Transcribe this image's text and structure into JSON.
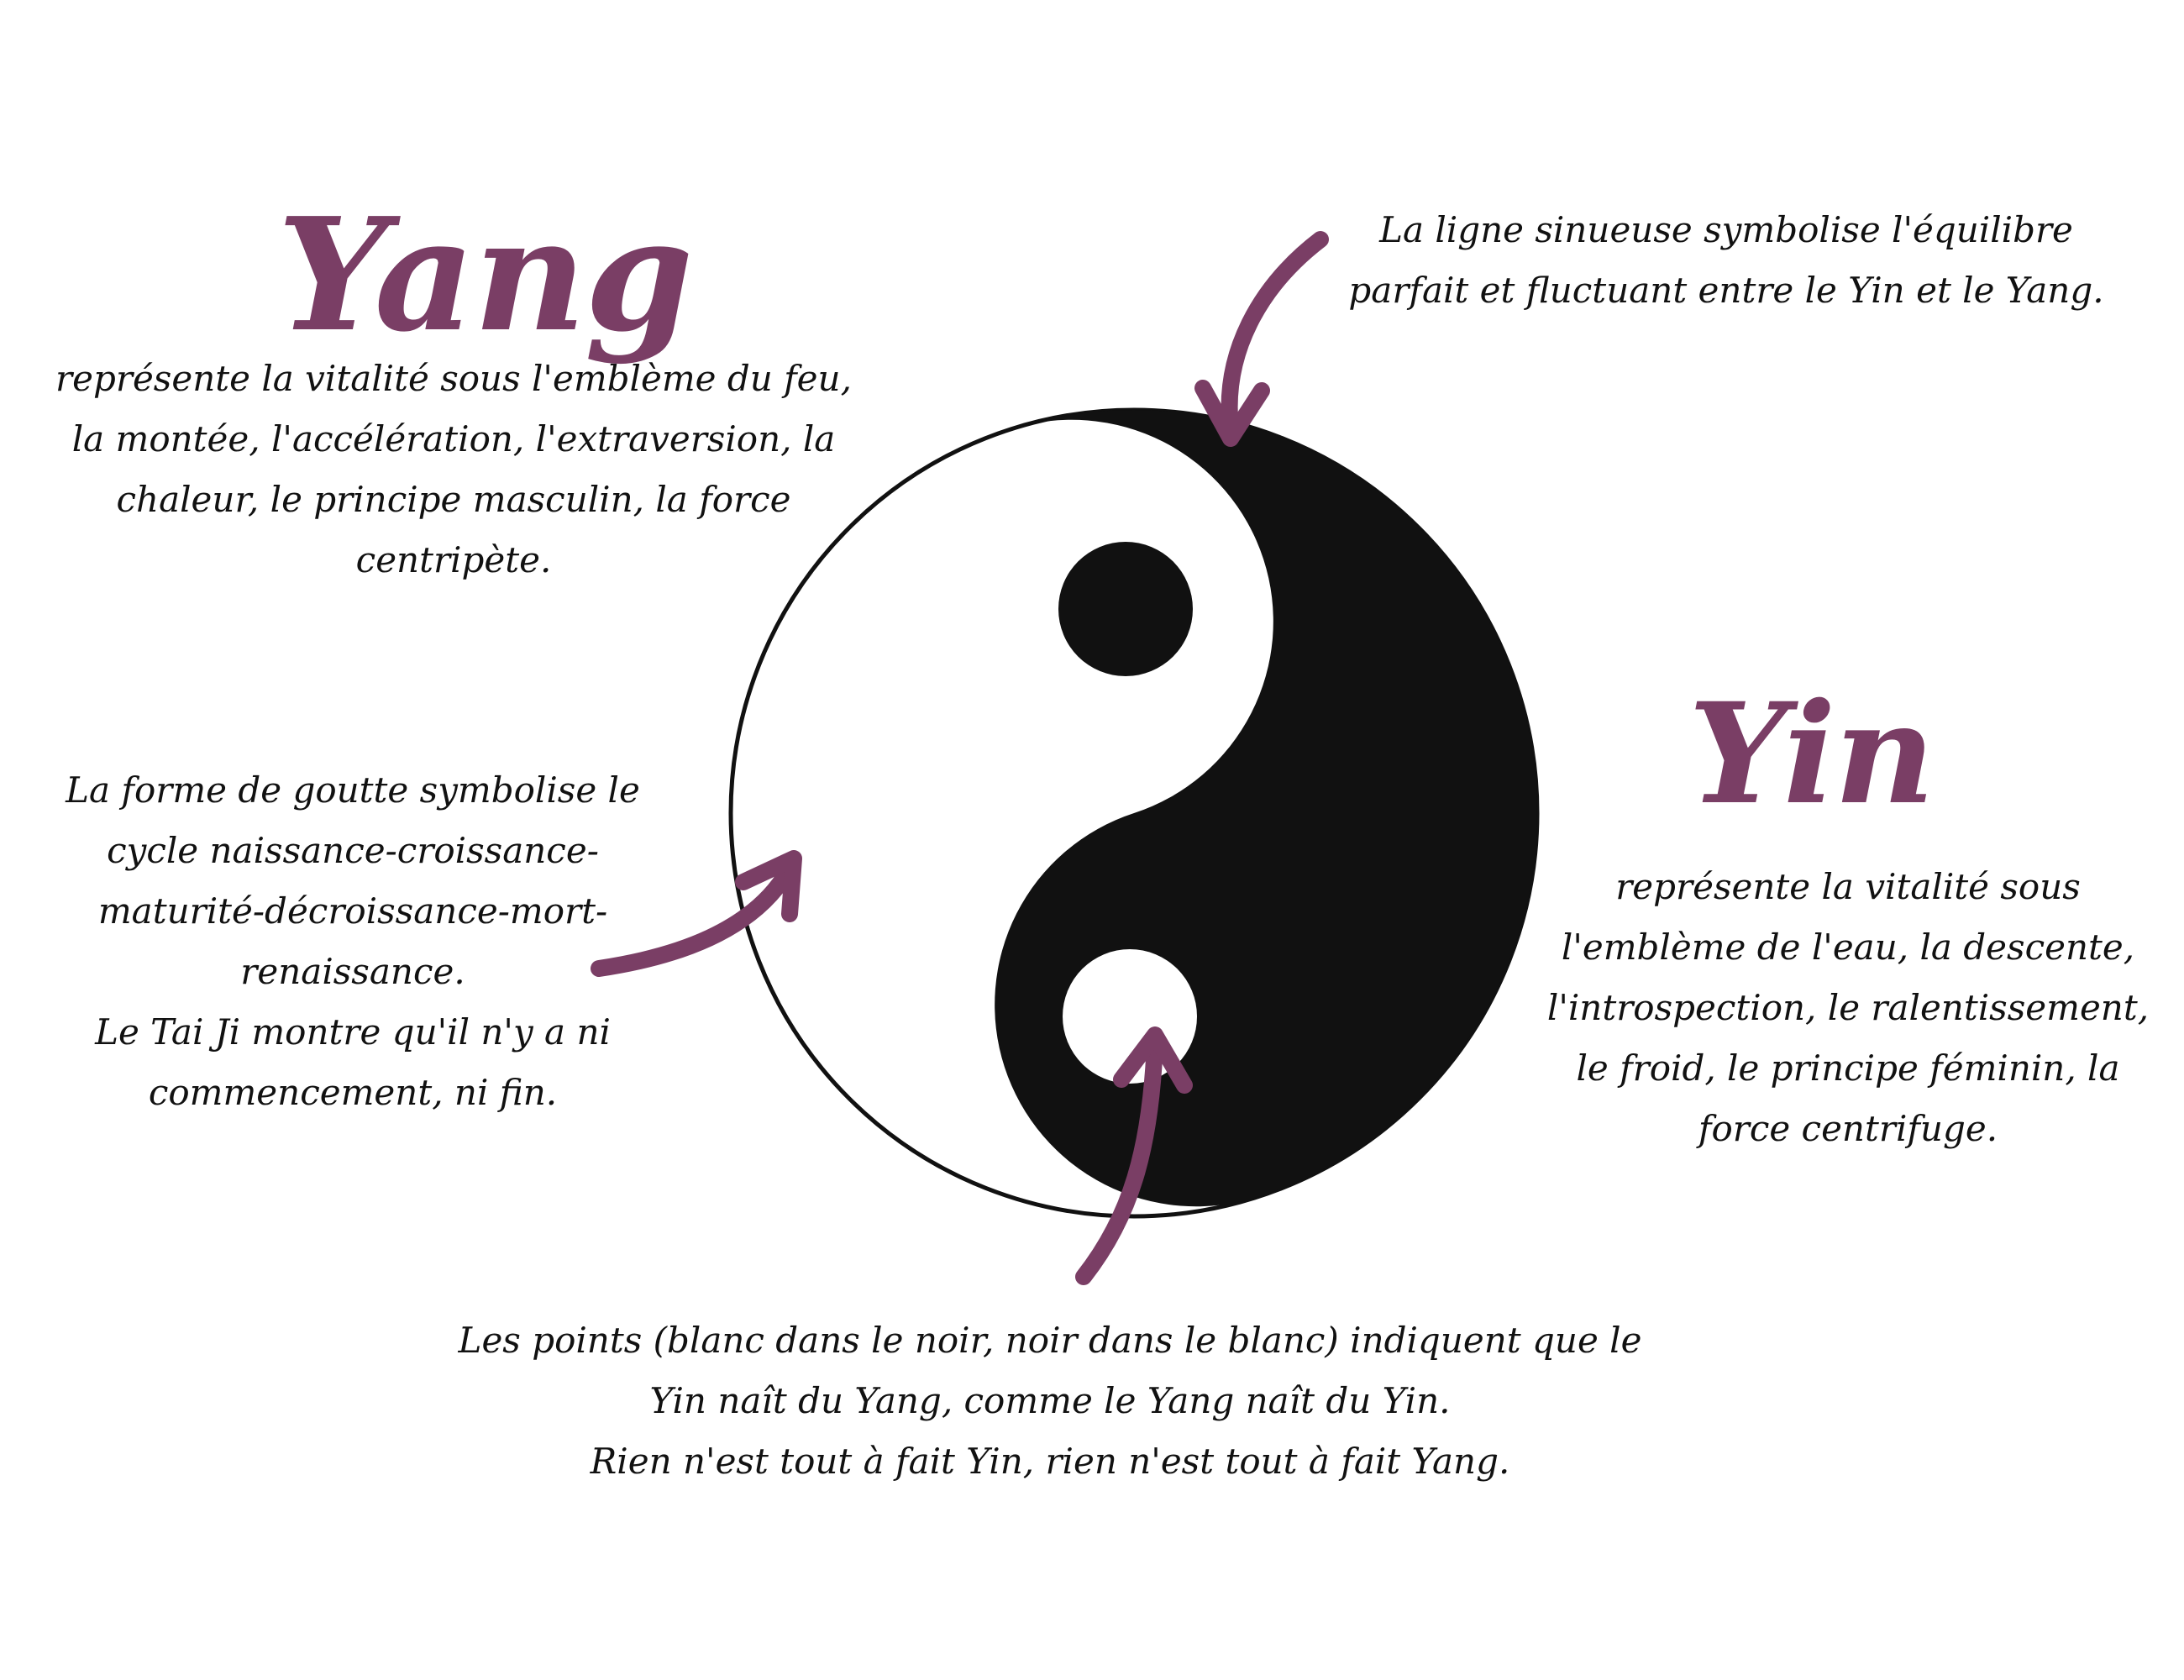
{
  "colors": {
    "accent": "#7a3e65",
    "ink": "#111111",
    "background": "#ffffff"
  },
  "yang": {
    "title": "Yang",
    "lines": [
      "représente la vitalité sous l'emblème du feu,",
      "la montée, l'accélération, l'extraversion, la",
      "chaleur, le principe masculin, la force",
      "centripète."
    ]
  },
  "yin": {
    "title": "Yin",
    "lines": [
      "représente la vitalité sous",
      "l'emblème de l'eau, la descente,",
      "l'introspection, le ralentissement,",
      "le froid, le principe féminin, la",
      "force centrifuge."
    ]
  },
  "sinuous_line": {
    "lines": [
      "La ligne sinueuse symbolise l'équilibre",
      "parfait et fluctuant entre le Yin et le Yang."
    ]
  },
  "drop_shape": {
    "lines": [
      "La forme de goutte symbolise le",
      "cycle naissance-croissance-",
      "maturité-décroissance-mort-",
      "renaissance.",
      "Le Tai Ji montre qu'il n'y a ni",
      "commencement, ni fin."
    ]
  },
  "points": {
    "lines": [
      "Les points (blanc dans le noir, noir dans le blanc) indiquent que le",
      "Yin naît du Yang, comme le Yang naît du Yin.",
      "Rien n'est tout à fait Yin, rien n'est tout à fait Yang."
    ]
  },
  "icons": {
    "symbol": "yin-yang-icon",
    "arrow": "curved-arrow-icon"
  }
}
